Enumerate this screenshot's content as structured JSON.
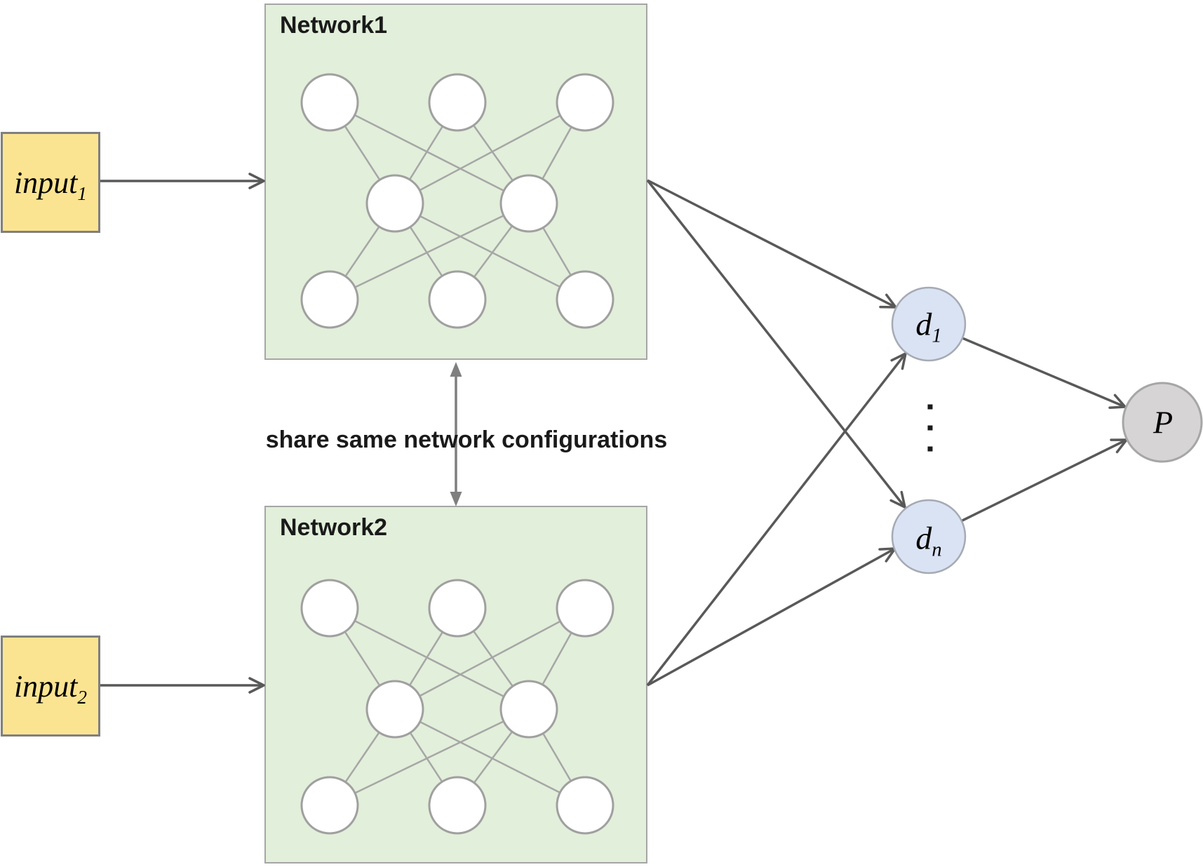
{
  "nodes": {
    "network1": {
      "title": "Network1"
    },
    "network2": {
      "title": "Network2"
    },
    "input1": {
      "base": "input",
      "sub": "1"
    },
    "input2": {
      "base": "input",
      "sub": "2"
    },
    "d1": {
      "base": "d",
      "sub": "1"
    },
    "dn": {
      "base": "d",
      "sub": "n"
    },
    "p": {
      "label": "P"
    }
  },
  "annotations": {
    "share_note": "share same network configurations"
  },
  "structure": {
    "network_layer_sizes": [
      3,
      2,
      3
    ],
    "networks_fully_connected": true,
    "edges": [
      {
        "from": "input1",
        "to": "Network1",
        "type": "arrow"
      },
      {
        "from": "input2",
        "to": "Network2",
        "type": "arrow"
      },
      {
        "from": "Network1",
        "to": "d1",
        "type": "arrow"
      },
      {
        "from": "Network1",
        "to": "dn",
        "type": "arrow"
      },
      {
        "from": "Network2",
        "to": "d1",
        "type": "arrow"
      },
      {
        "from": "Network2",
        "to": "dn",
        "type": "arrow"
      },
      {
        "from": "d1",
        "to": "P",
        "type": "arrow"
      },
      {
        "from": "dn",
        "to": "P",
        "type": "arrow"
      },
      {
        "from": "Network1",
        "to": "Network2",
        "type": "double-arrow",
        "label": "share same network configurations"
      }
    ]
  },
  "colors": {
    "page-bg": "#ffffff",
    "net-fill": "#E2EFDA",
    "net-border": "#A6A6A6",
    "input-fill": "#FBE491",
    "input-border": "#7F7F7F",
    "node-fill": "#FFFFFF",
    "node-border": "#A0A0A0",
    "edge-line": "#A6A6A6",
    "arrow-dark": "#595959",
    "arrow-gray": "#7F7F7F",
    "d-fill": "#DAE3F4",
    "d-border": "#A5AAB4",
    "p-fill": "#D6D4D4",
    "p-border": "#A6A6A6",
    "text": "#1A1A1A"
  }
}
